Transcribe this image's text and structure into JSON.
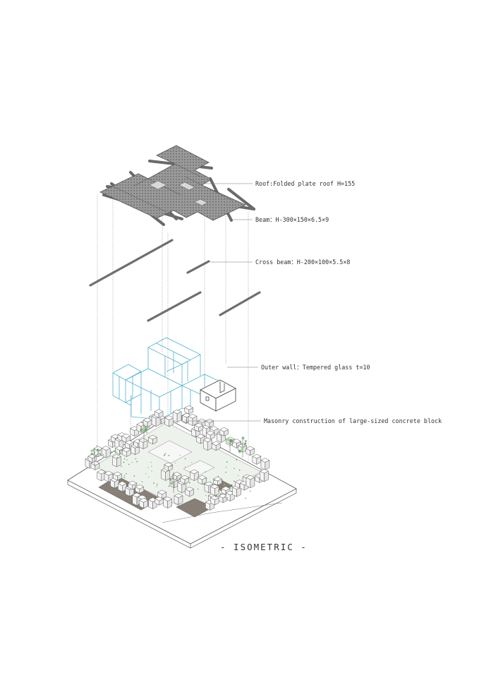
{
  "annotations": {
    "roof": "Roof:Folded plate roof H=155",
    "beam": "Beam：H-300×150×6.5×9",
    "cross_beam": "Cross beam：H-200×100×5.5×8",
    "outer_wall": "Outer wall：Tempered glass t=10",
    "masonry": "Masonry construction of large-sized concrete block"
  },
  "caption": "- ISOMETRIC -",
  "colors": {
    "line": "#555555",
    "roof_fill": "#8e8e8e",
    "glass": "#4fb0cc",
    "paving": "#8a8178"
  }
}
